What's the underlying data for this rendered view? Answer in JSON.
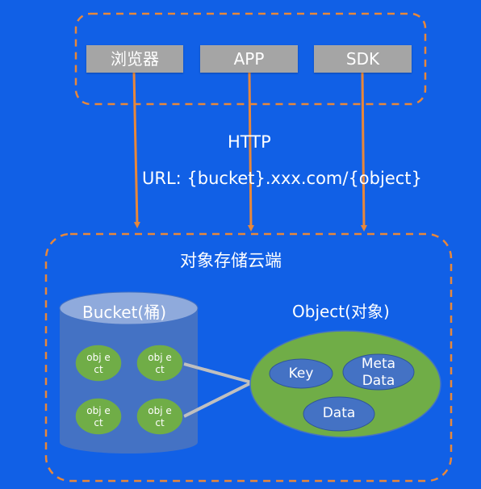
{
  "clients": {
    "browser": "浏览器",
    "app": "APP",
    "sdk": "SDK"
  },
  "protocol": "HTTP",
  "url_pattern": "URL: {bucket}.xxx.com/{object}",
  "cloud_title": "对象存储云端",
  "bucket_label": "Bucket(桶)",
  "object_label": "Object(对象)",
  "bucket_objects": [
    "obj ect",
    "obj ect",
    "obj ect",
    "obj ect"
  ],
  "object_parts": {
    "key": "Key",
    "meta_data_line1": "Meta",
    "meta_data_line2": "Data",
    "data": "Data"
  },
  "colors": {
    "background": "#1160e6",
    "dashed_border": "#e8873a",
    "client_box": "#a5a5a5",
    "arrow": "#e8873a",
    "bucket_body": "#4472c4",
    "bucket_top": "#8faadc",
    "object_green": "#70ad47",
    "part_blue": "#4472c4",
    "connector": "#bfbfbf"
  }
}
